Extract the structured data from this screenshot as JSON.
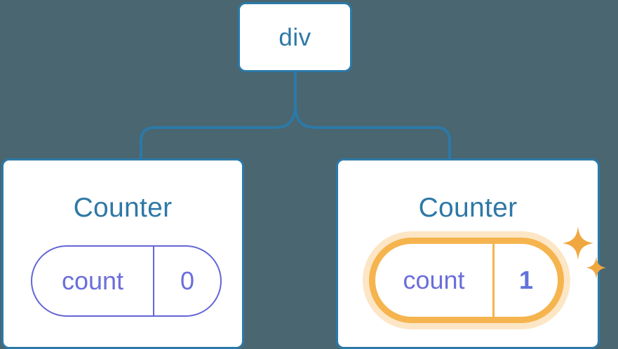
{
  "diagram": {
    "type": "component-tree",
    "background_color": "#4a6670",
    "accent_blue": "#2b79a8",
    "text_blue": "#2e78a6",
    "state_purple": "#6b6edb",
    "highlight_orange": "#f5b44e",
    "card_background": "#ffffff"
  },
  "root": {
    "label": "div"
  },
  "children": [
    {
      "title": "Counter",
      "state": {
        "key": "count",
        "value": "0",
        "highlighted": false,
        "sparkle": false
      }
    },
    {
      "title": "Counter",
      "state": {
        "key": "count",
        "value": "1",
        "highlighted": true,
        "sparkle": true
      }
    }
  ],
  "icons": {
    "sparkle_large": "sparkle-icon",
    "sparkle_small": "sparkle-icon"
  }
}
